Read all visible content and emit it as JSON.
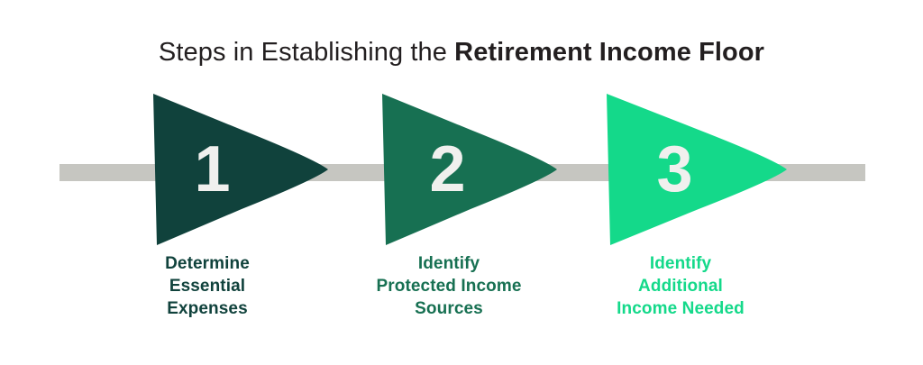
{
  "title": {
    "regular_part": "Steps in Establishing the ",
    "bold_part": "Retirement Income Floor",
    "full": "Steps in Establishing the Retirement Income Floor"
  },
  "colors": {
    "background": "#ffffff",
    "title_text": "#231f20",
    "timeline_bar": "#c6c6c1",
    "step_1": "#10423c",
    "step_2": "#177052",
    "step_3": "#14d98a",
    "step_number_text": "#f0f0ee"
  },
  "timeline": {
    "bar_label": "process-timeline-bar"
  },
  "steps": [
    {
      "number": "1",
      "caption": "Determine\nEssential\nExpenses",
      "caption_lines": [
        "Determine",
        "Essential",
        "Expenses"
      ],
      "color": "#10423c",
      "shape": "right-pointing-arrowhead"
    },
    {
      "number": "2",
      "caption": "Identify\nProtected Income\nSources",
      "caption_lines": [
        "Identify",
        "Protected Income",
        "Sources"
      ],
      "color": "#177052",
      "shape": "right-pointing-arrowhead"
    },
    {
      "number": "3",
      "caption": "Identify\nAdditional\nIncome Needed",
      "caption_lines": [
        "Identify",
        "Additional",
        "Income Needed"
      ],
      "color": "#14d98a",
      "shape": "right-pointing-arrowhead"
    }
  ]
}
